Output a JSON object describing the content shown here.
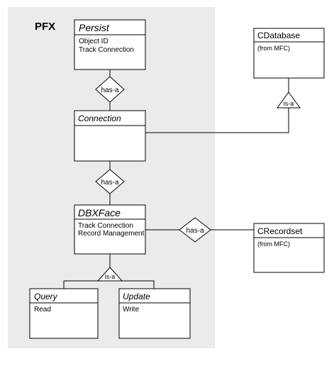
{
  "region": {
    "label": "PFX"
  },
  "classes": {
    "persist": {
      "name": "Persist",
      "attributes": [
        "Object ID",
        "Track Connection"
      ]
    },
    "connection": {
      "name": "Connection"
    },
    "dbxface": {
      "name": "DBXFace",
      "attributes": [
        "Track Connection",
        "Record Management"
      ]
    },
    "query": {
      "name": "Query",
      "attributes": [
        "Read"
      ]
    },
    "update": {
      "name": "Update",
      "attributes": [
        "Write"
      ]
    },
    "cdatabase": {
      "name": "CDatabase",
      "note": "(from MFC)"
    },
    "crecordset": {
      "name": "CRecordset",
      "note": "(from MFC)"
    }
  },
  "relations": {
    "persist_connection": "has-a",
    "connection_dbxface": "has-a",
    "dbxface_crecordset": "has-a",
    "dbxface_subclasses": "is-a",
    "connection_cdatabase": "is-a"
  }
}
